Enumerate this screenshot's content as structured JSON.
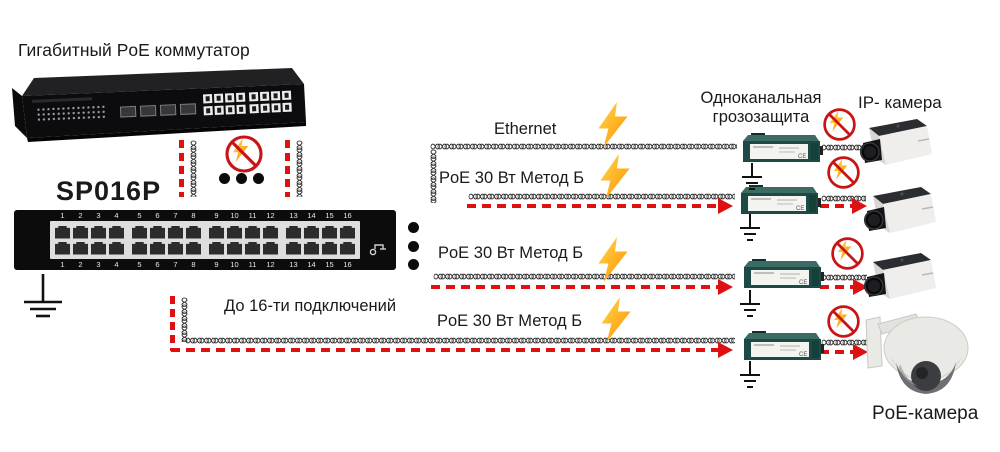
{
  "diagram": {
    "switch_label": "Гигабитный PoE коммутатор",
    "device_model": "SP016P",
    "connections_note": "До 16-ти подключений",
    "surge_protection_label": "Одноканальная\nгрозозащита",
    "ip_camera_label": "IP- камера",
    "poe_camera_label": "PoE-камера",
    "rows": [
      {
        "label": "Ethernet"
      },
      {
        "label": "PoE 30 Вт Метод Б"
      },
      {
        "label": "PoE 30 Вт Метод Б"
      },
      {
        "label": "PoE 30 Вт Метод Б"
      }
    ],
    "panel_ports": {
      "count": 16,
      "rows": 2,
      "group_size": 4,
      "numbers": [
        "1",
        "2",
        "3",
        "4",
        "5",
        "6",
        "7",
        "8",
        "9",
        "10",
        "11",
        "12",
        "13",
        "14",
        "15",
        "16"
      ]
    },
    "cable_glyph": "∞",
    "colors": {
      "arrow_red": "#dd1111",
      "bolt_yellow": "#ffd84d",
      "bolt_orange": "#ff9000",
      "no_lightning_red": "#c81414",
      "protector_teal": "#1d4a44",
      "switch_black": "#0b0b0d",
      "camera_white": "#efeeec"
    }
  }
}
